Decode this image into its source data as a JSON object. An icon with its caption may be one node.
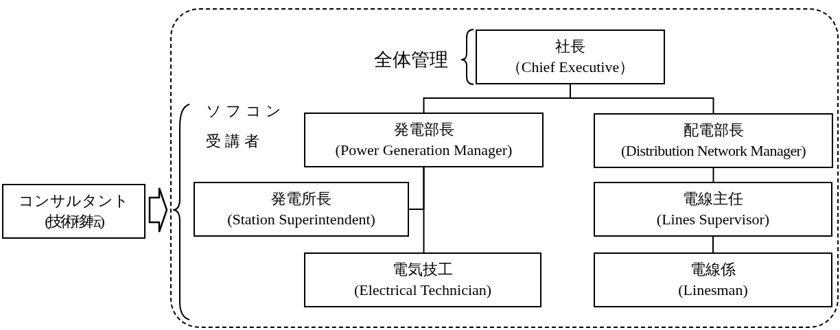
{
  "diagram": {
    "nodes": [
      {
        "text": [],
        "shape": "box"
      },
      {
        "text": [
          "社長",
          "（Chief Executive）"
        ],
        "in": 0
      },
      {
        "text": [
          "発電部長",
          "(Power Generation Manager)"
        ],
        "in": 0
      },
      {
        "text": [
          "配電部長",
          "(Distribution Network Manager)"
        ],
        "in": 0
      },
      {
        "text": [
          "発電所長",
          "(Station Superintendent)"
        ],
        "in": 0
      },
      {
        "text": [
          "電線主任",
          "(Lines Supervisor)"
        ],
        "in": 0
      },
      {
        "text": [
          "電気技工",
          "(Electrical Technician)"
        ],
        "in": 0
      },
      {
        "text": [
          "電線係",
          "(Linesman)"
        ],
        "in": 0
      },
      {
        "text": [
          "コンサルタント",
          "(技術移転)"
        ]
      }
    ],
    "edges": [
      {
        "from": 1,
        "to": 2,
        "arrow": "none"
      },
      {
        "from": 1,
        "to": 3,
        "arrow": "none"
      },
      {
        "from": 2,
        "to": 4,
        "arrow": "none"
      },
      {
        "from": 2,
        "to": 6,
        "arrow": "none"
      },
      {
        "from": 3,
        "to": 5,
        "arrow": "none"
      },
      {
        "from": 5,
        "to": 7,
        "arrow": "none"
      },
      {
        "from": 8,
        "to": 0,
        "arrow": "to",
        "style": "thick"
      }
    ],
    "labels": [
      "全体管理",
      "ソフコン受講者"
    ]
  }
}
